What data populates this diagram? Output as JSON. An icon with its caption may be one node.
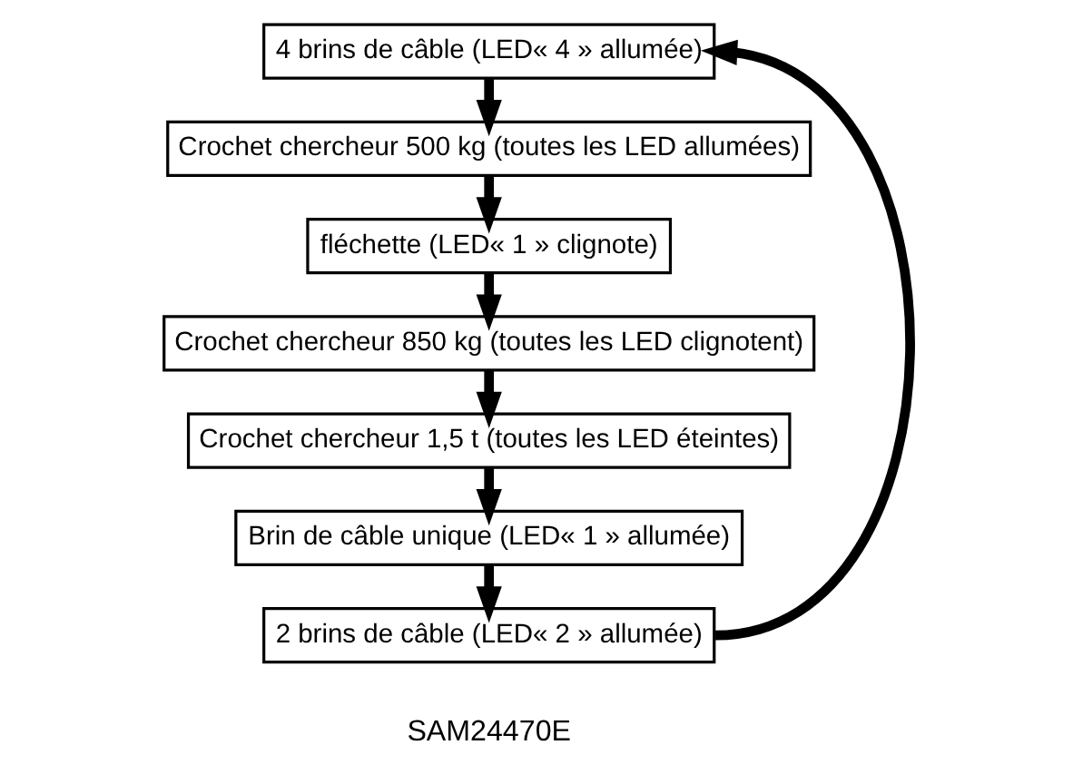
{
  "diagram": {
    "nodes": [
      {
        "text": [
          "4 brins de câble (LED« 4 » allumée)"
        ]
      },
      {
        "text": [
          "Crochet chercheur 500 kg (toutes les LED allumées)"
        ]
      },
      {
        "text": [
          "fléchette (LED« 1 » clignote)"
        ]
      },
      {
        "text": [
          "Crochet chercheur 850 kg (toutes les LED clignotent)"
        ]
      },
      {
        "text": [
          "Crochet chercheur 1,5 t (toutes les LED éteintes)"
        ]
      },
      {
        "text": [
          "Brin de câble unique (LED« 1 » allumée)"
        ]
      },
      {
        "text": [
          "2 brins de câble (LED« 2 » allumée)"
        ]
      }
    ],
    "edges": [
      {
        "from": 0,
        "to": 1,
        "arrow": "to"
      },
      {
        "from": 1,
        "to": 2,
        "arrow": "to"
      },
      {
        "from": 2,
        "to": 3,
        "arrow": "to"
      },
      {
        "from": 3,
        "to": 4,
        "arrow": "to"
      },
      {
        "from": 4,
        "to": 5,
        "arrow": "to"
      },
      {
        "from": 5,
        "to": 6,
        "arrow": "to"
      },
      {
        "from": 6,
        "to": 0,
        "arrow": "to"
      }
    ],
    "labels": [
      "SAM24470E"
    ]
  }
}
